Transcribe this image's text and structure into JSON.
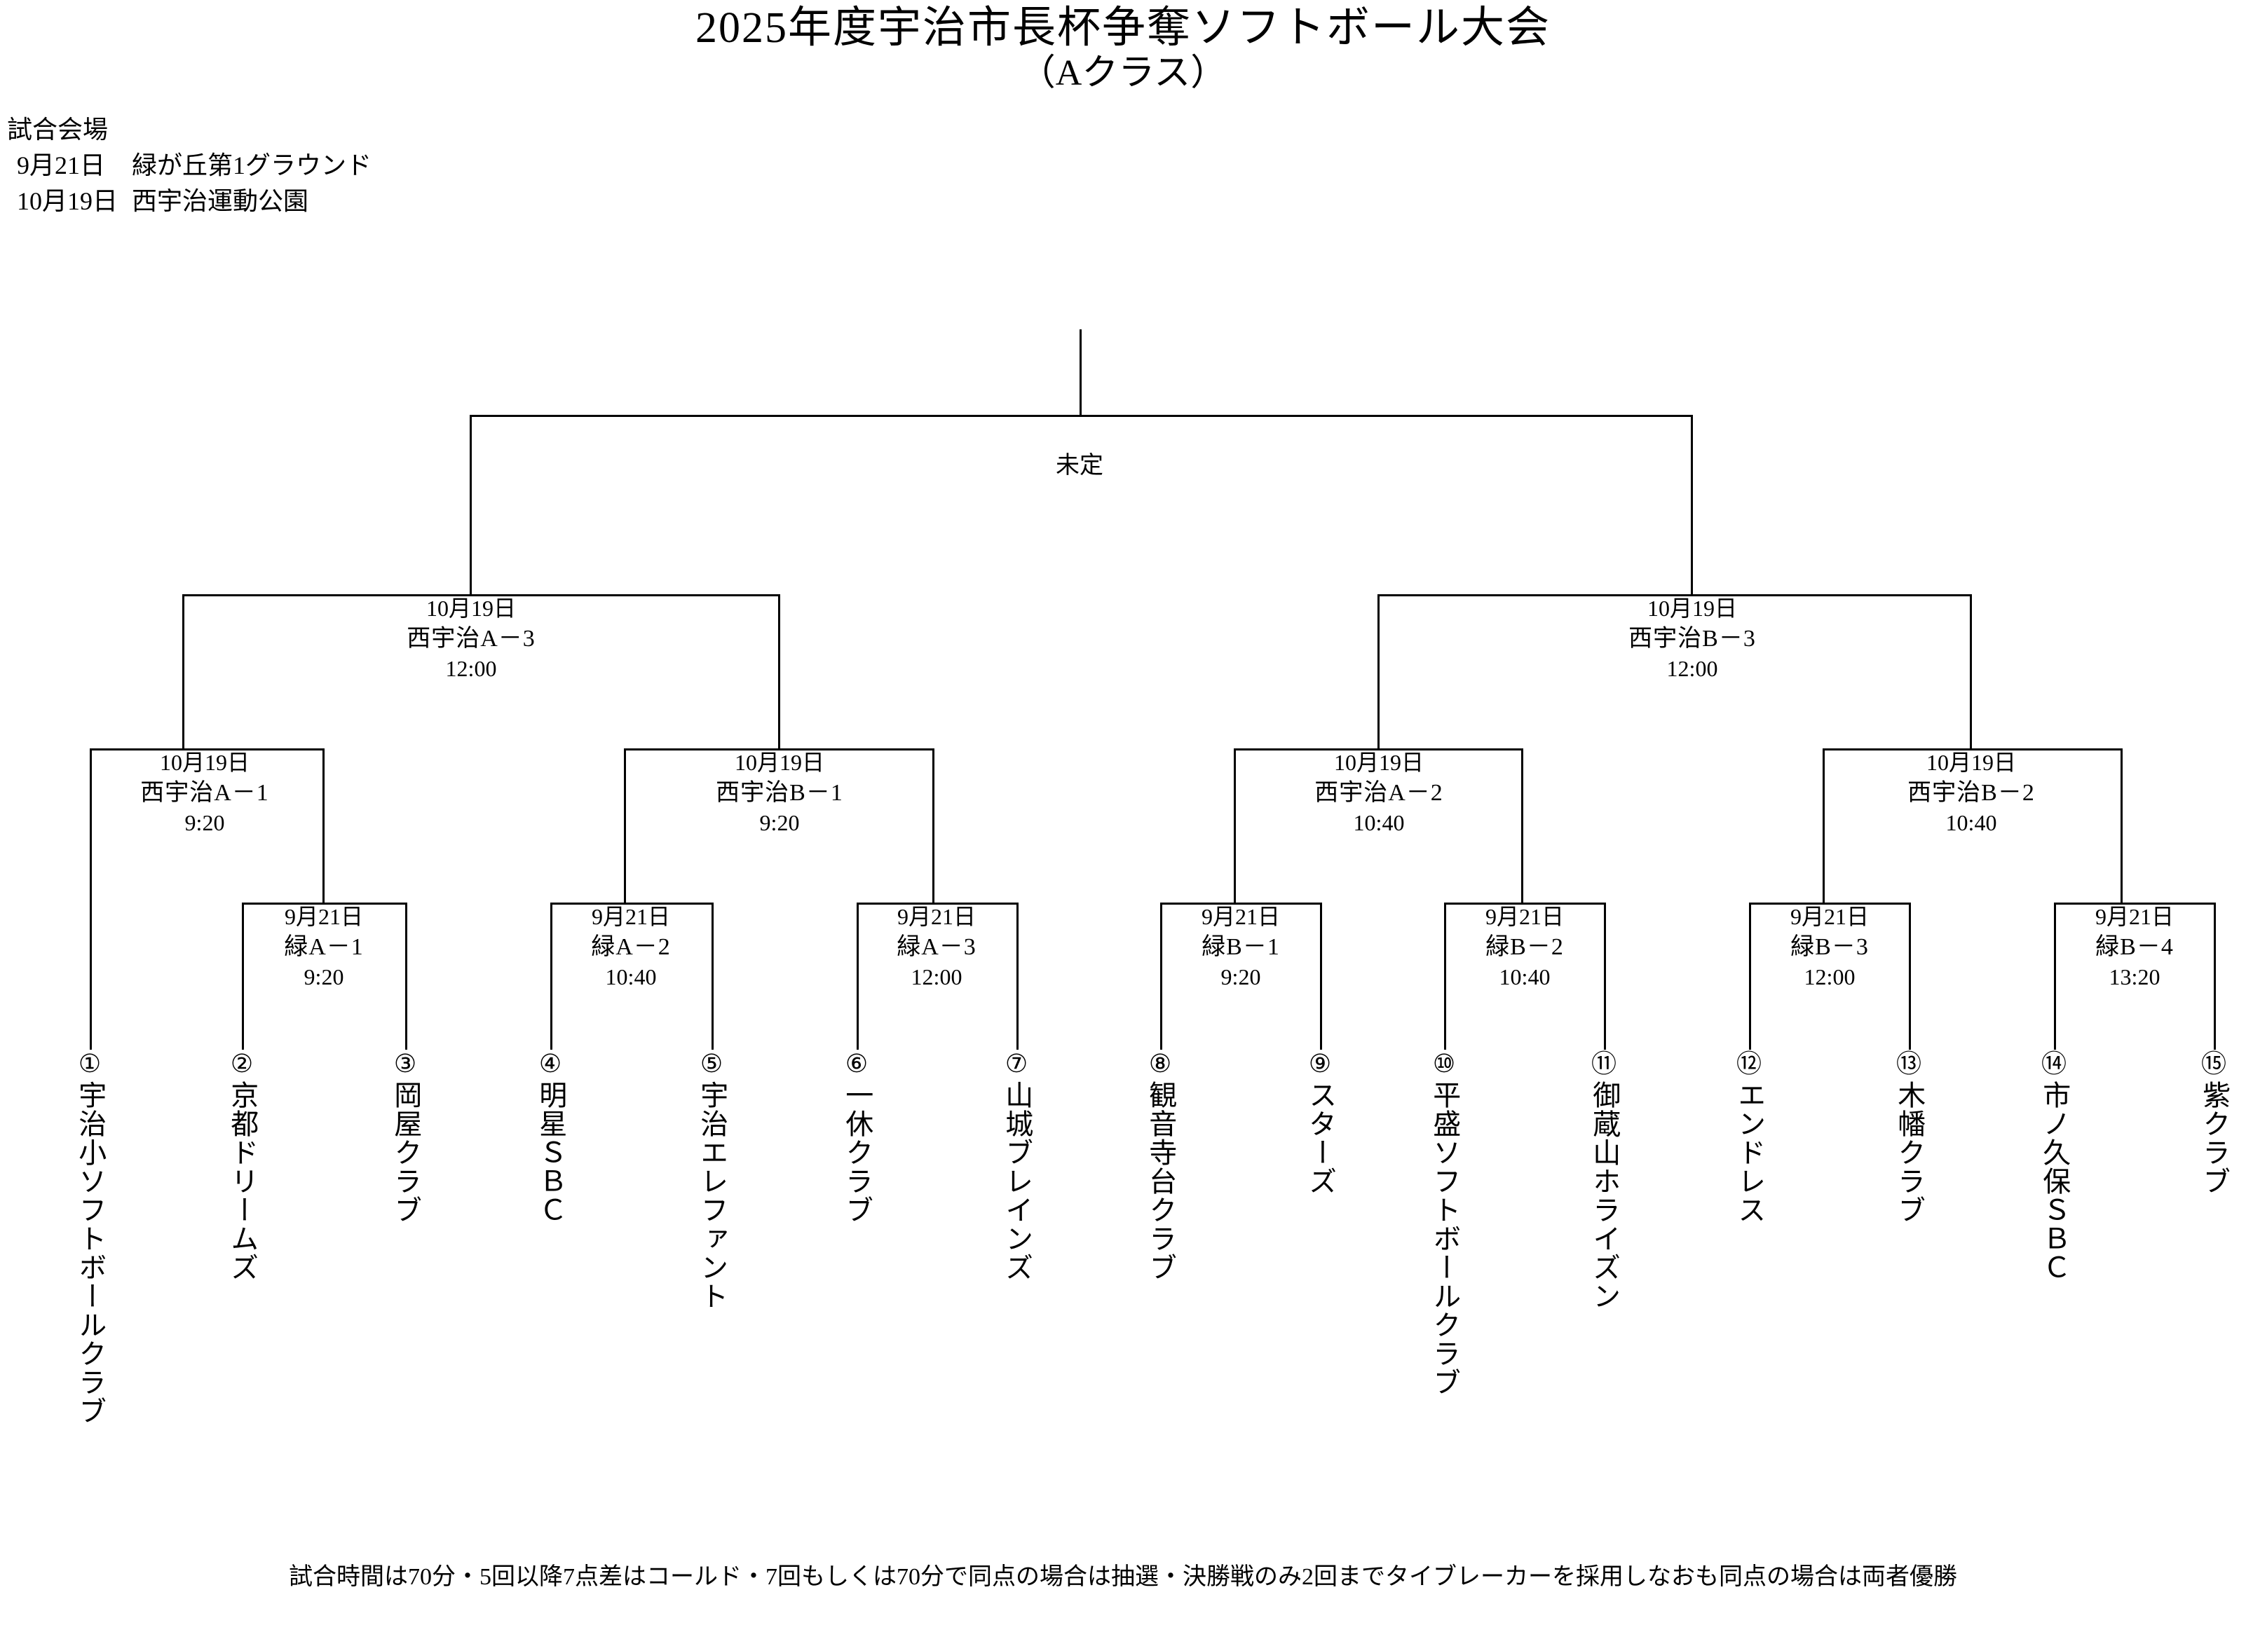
{
  "header": {
    "title_main": "2025年度宇治市長杯争奪ソフトボール大会",
    "title_sub": "（Aクラス）",
    "venue_heading": "試合会場",
    "venues": [
      {
        "date": "9月21日",
        "name": "緑が丘第1グラウンド"
      },
      {
        "date": "10月19日",
        "name": "西宇治運動公園"
      }
    ]
  },
  "bracket": {
    "final": {
      "label": "未定"
    },
    "semifinals": [
      {
        "id": "sf-left",
        "date": "10月19日",
        "venue": "西宇治A－3",
        "time": "12:00"
      },
      {
        "id": "sf-right",
        "date": "10月19日",
        "venue": "西宇治B－3",
        "time": "12:00"
      }
    ],
    "quarterfinals": [
      {
        "id": "qf-1",
        "date": "10月19日",
        "venue": "西宇治A－1",
        "time": "9:20"
      },
      {
        "id": "qf-2",
        "date": "10月19日",
        "venue": "西宇治B－1",
        "time": "9:20"
      },
      {
        "id": "qf-3",
        "date": "10月19日",
        "venue": "西宇治A－2",
        "time": "10:40"
      },
      {
        "id": "qf-4",
        "date": "10月19日",
        "venue": "西宇治B－2",
        "time": "10:40"
      }
    ],
    "first_round": [
      {
        "id": "r1-1",
        "date": "9月21日",
        "venue": "緑A－1",
        "time": "9:20"
      },
      {
        "id": "r1-2",
        "date": "9月21日",
        "venue": "緑A－2",
        "time": "10:40"
      },
      {
        "id": "r1-3",
        "date": "9月21日",
        "venue": "緑A－3",
        "time": "12:00"
      },
      {
        "id": "r1-4",
        "date": "9月21日",
        "venue": "緑B－1",
        "time": "9:20"
      },
      {
        "id": "r1-5",
        "date": "9月21日",
        "venue": "緑B－2",
        "time": "10:40"
      },
      {
        "id": "r1-6",
        "date": "9月21日",
        "venue": "緑B－3",
        "time": "12:00"
      },
      {
        "id": "r1-7",
        "date": "9月21日",
        "venue": "緑B－4",
        "time": "13:20"
      }
    ],
    "teams": [
      {
        "num": "①",
        "name": "宇治小ソフトボールクラブ"
      },
      {
        "num": "②",
        "name": "京都ドリームズ"
      },
      {
        "num": "③",
        "name": "岡屋クラブ"
      },
      {
        "num": "④",
        "name": "明星ＳＢＣ"
      },
      {
        "num": "⑤",
        "name": "宇治エレファント"
      },
      {
        "num": "⑥",
        "name": "一休クラブ"
      },
      {
        "num": "⑦",
        "name": "山城ブレインズ"
      },
      {
        "num": "⑧",
        "name": "観音寺台クラブ"
      },
      {
        "num": "⑨",
        "name": "スターズ"
      },
      {
        "num": "⑩",
        "name": "平盛ソフトボールクラブ"
      },
      {
        "num": "⑪",
        "name": "御蔵山ホライズン"
      },
      {
        "num": "⑫",
        "name": "エンドレス"
      },
      {
        "num": "⑬",
        "name": "木幡クラブ"
      },
      {
        "num": "⑭",
        "name": "市ノ久保ＳＢＣ"
      },
      {
        "num": "⑮",
        "name": "紫クラブ"
      }
    ]
  },
  "footer": {
    "note": "試合時間は70分・5回以降7点差はコールド・7回もしくは70分で同点の場合は抽選・決勝戦のみ2回までタイブレーカーを採用しなおも同点の場合は両者優勝"
  }
}
